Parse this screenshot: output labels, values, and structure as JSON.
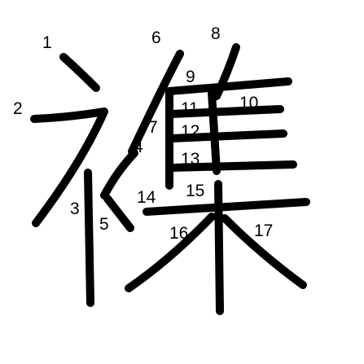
{
  "character": {
    "kanji": "襍",
    "stroke_count": 17
  },
  "colors": {
    "background": "#ffffff",
    "ink": "#000000"
  },
  "stroke_numbers": [
    "1",
    "2",
    "3",
    "4",
    "5",
    "6",
    "7",
    "8",
    "9",
    "10",
    "11",
    "12",
    "13",
    "14",
    "15",
    "16",
    "17"
  ]
}
